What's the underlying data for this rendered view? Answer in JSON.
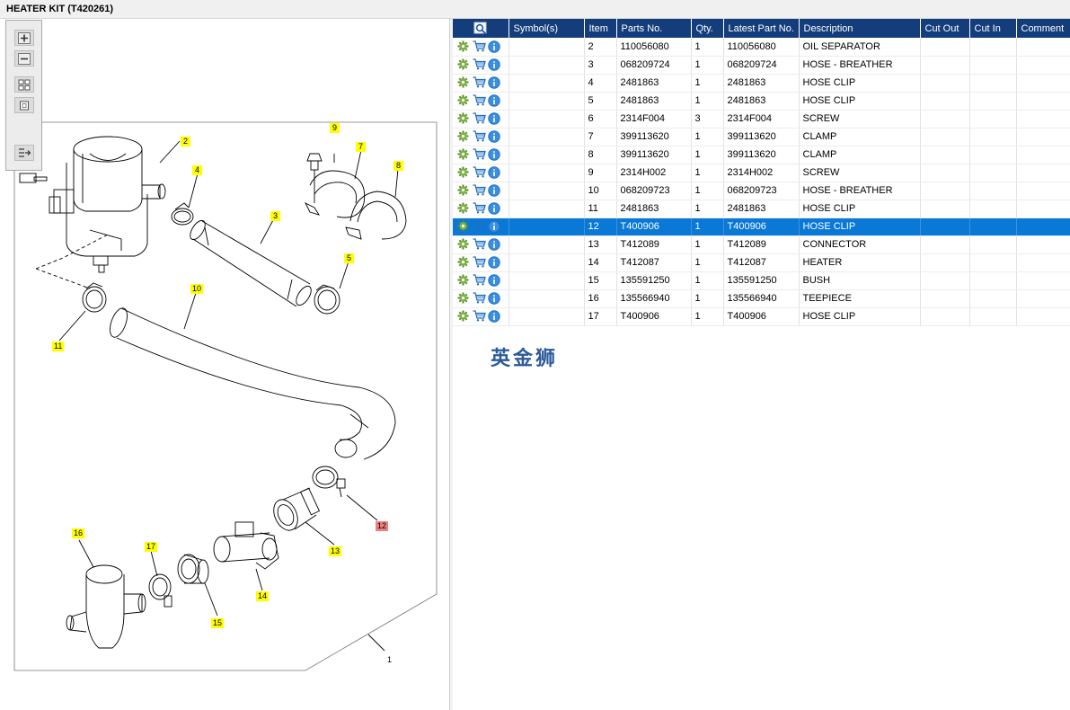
{
  "title": "HEATER KIT (T420261)",
  "watermark": "英金狮",
  "colors": {
    "header_bg": "#143d7c",
    "selected_row_bg": "#0a78d7",
    "callout_bg": "#ffff00",
    "callout_highlight_bg": "#f08080"
  },
  "toolbar": {
    "buttons": [
      {
        "name": "zoom-in-icon"
      },
      {
        "name": "zoom-out-icon"
      },
      {
        "name": "fit-all-icon"
      },
      {
        "name": "fit-window-icon"
      },
      {
        "name": "export-icon"
      }
    ]
  },
  "table": {
    "columns": [
      "",
      "Symbol(s)",
      "Item",
      "Parts No.",
      "Qty.",
      "Latest Part No.",
      "Description",
      "Cut Out",
      "Cut In",
      "Comment"
    ],
    "header_icon": "search-icon",
    "row_icons": [
      "gear-icon",
      "cart-icon",
      "info-icon"
    ],
    "rows": [
      {
        "item": "2",
        "part_no": "110056080",
        "qty": "1",
        "latest": "110056080",
        "desc": "OIL SEPARATOR"
      },
      {
        "item": "3",
        "part_no": "068209724",
        "qty": "1",
        "latest": "068209724",
        "desc": "HOSE - BREATHER"
      },
      {
        "item": "4",
        "part_no": "2481863",
        "qty": "1",
        "latest": "2481863",
        "desc": "HOSE CLIP"
      },
      {
        "item": "5",
        "part_no": "2481863",
        "qty": "1",
        "latest": "2481863",
        "desc": "HOSE CLIP"
      },
      {
        "item": "6",
        "part_no": "2314F004",
        "qty": "3",
        "latest": "2314F004",
        "desc": "SCREW"
      },
      {
        "item": "7",
        "part_no": "399113620",
        "qty": "1",
        "latest": "399113620",
        "desc": "CLAMP"
      },
      {
        "item": "8",
        "part_no": "399113620",
        "qty": "1",
        "latest": "399113620",
        "desc": "CLAMP"
      },
      {
        "item": "9",
        "part_no": "2314H002",
        "qty": "1",
        "latest": "2314H002",
        "desc": "SCREW"
      },
      {
        "item": "10",
        "part_no": "068209723",
        "qty": "1",
        "latest": "068209723",
        "desc": "HOSE - BREATHER"
      },
      {
        "item": "11",
        "part_no": "2481863",
        "qty": "1",
        "latest": "2481863",
        "desc": "HOSE CLIP"
      },
      {
        "item": "12",
        "part_no": "T400906",
        "qty": "1",
        "latest": "T400906",
        "desc": "HOSE CLIP",
        "selected": true
      },
      {
        "item": "13",
        "part_no": "T412089",
        "qty": "1",
        "latest": "T412089",
        "desc": "CONNECTOR"
      },
      {
        "item": "14",
        "part_no": "T412087",
        "qty": "1",
        "latest": "T412087",
        "desc": "HEATER"
      },
      {
        "item": "15",
        "part_no": "135591250",
        "qty": "1",
        "latest": "135591250",
        "desc": "BUSH"
      },
      {
        "item": "16",
        "part_no": "135566940",
        "qty": "1",
        "latest": "135566940",
        "desc": "TEEPIECE"
      },
      {
        "item": "17",
        "part_no": "T400906",
        "qty": "1",
        "latest": "T400906",
        "desc": "HOSE CLIP"
      }
    ]
  },
  "diagram": {
    "callouts": [
      "2",
      "3",
      "4",
      "5",
      "7",
      "8",
      "9",
      "10",
      "11",
      "12",
      "13",
      "14",
      "15",
      "16",
      "17"
    ],
    "highlighted": "12",
    "page_label": "1"
  }
}
